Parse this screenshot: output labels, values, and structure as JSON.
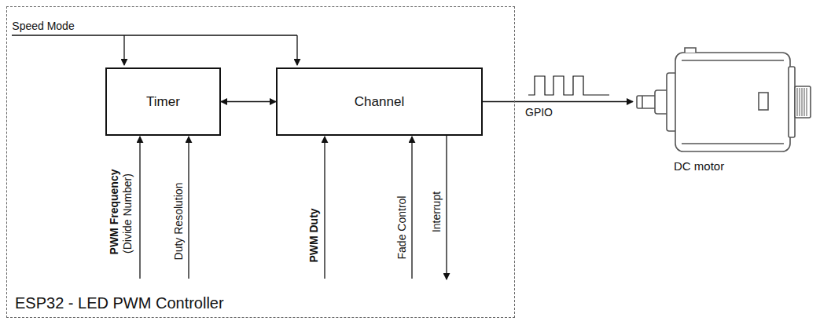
{
  "diagram": {
    "nodes": [
      {
        "text": [
          "ESP32 - LED PWM Controller"
        ]
      },
      {
        "text": [
          "Timer"
        ],
        "in": 0
      },
      {
        "text": [
          "Channel"
        ],
        "in": 0
      },
      {
        "text": [
          "DC motor"
        ]
      }
    ],
    "edges": [
      {
        "from": 1,
        "to": 2,
        "arrow": "both"
      },
      {
        "from": 2,
        "to": 3,
        "label": "GPIO",
        "arrow": "to"
      }
    ],
    "labels": [
      "Speed Mode",
      "PWM Frequency",
      "(Divide Number)",
      "Duty Resolution",
      "PWM Duty",
      "Fade Control",
      "Interrupt"
    ]
  }
}
